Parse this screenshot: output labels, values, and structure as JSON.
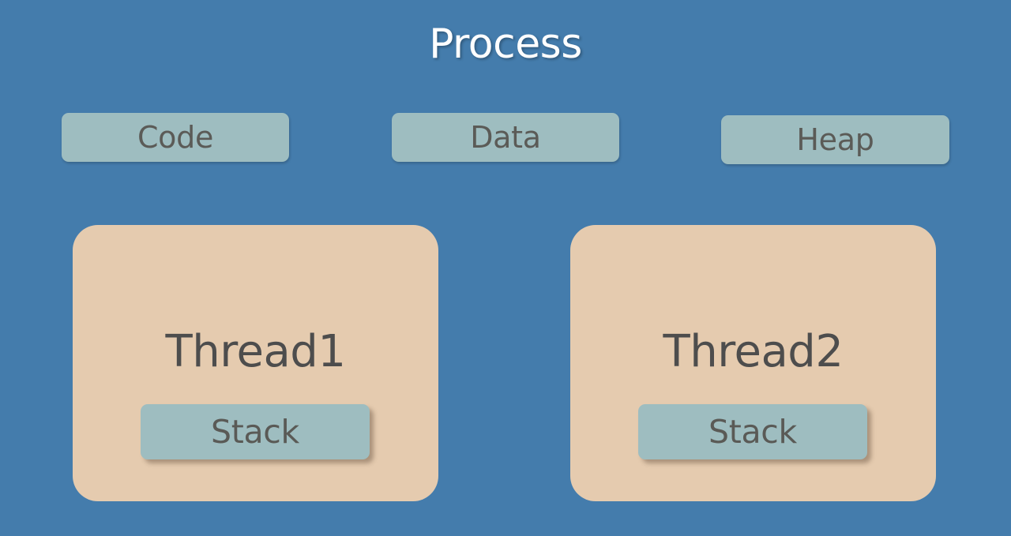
{
  "diagram": {
    "title": "Process",
    "background_color": "#447CAC",
    "segment_box_color": "#9EBDC0",
    "thread_box_color": "#E5CBAF",
    "title_color": "#FFFFFF",
    "label_color": "#4D4D4D"
  },
  "segments": [
    {
      "label": "Code"
    },
    {
      "label": "Data"
    },
    {
      "label": "Heap"
    }
  ],
  "threads": [
    {
      "label": "Thread1",
      "stack_label": "Stack"
    },
    {
      "label": "Thread2",
      "stack_label": "Stack"
    }
  ]
}
